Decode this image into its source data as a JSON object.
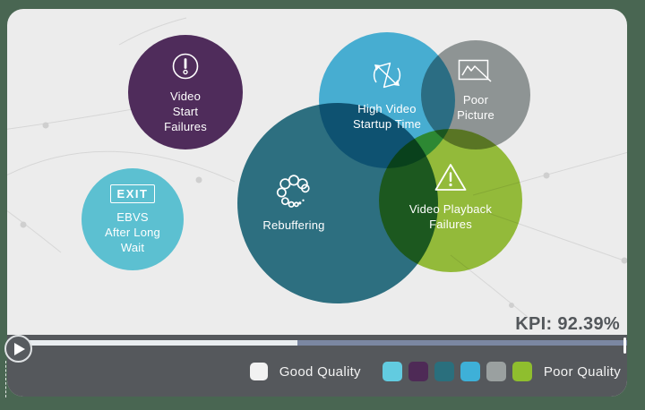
{
  "page": {
    "background_color": "#496652",
    "card_color": "#ECECEC"
  },
  "bubbles": [
    {
      "name": "video-start-failures",
      "lines": [
        "Video",
        "Start",
        "Failures"
      ],
      "color": "#552F62",
      "icon": "alert-circle-icon"
    },
    {
      "name": "ebvs-after-long-wait",
      "lines": [
        "EBVS",
        "After Long",
        "Wait"
      ],
      "color": "#63D0E2",
      "icon": "exit-sign-icon",
      "icon_text": "EXIT"
    },
    {
      "name": "rebuffering",
      "lines": [
        "Rebuffering"
      ],
      "color": "#30788A",
      "icon": "spinner-icon"
    },
    {
      "name": "high-video-startup-time",
      "lines": [
        "High Video",
        "Startup Time"
      ],
      "color": "#4CBBE2",
      "icon": "hourglass-sync-icon"
    },
    {
      "name": "poor-picture",
      "lines": [
        "Poor",
        "Picture"
      ],
      "color": "#9AA0A0",
      "icon": "picture-icon"
    },
    {
      "name": "video-playback-failures",
      "lines": [
        "Video Playback",
        "Failures"
      ],
      "color": "#9FC93E",
      "icon": "warning-triangle-icon"
    }
  ],
  "kpi": {
    "label": "KPI: 92.39%",
    "value_percent": 92.39
  },
  "player": {
    "bar_color": "#55585C",
    "elapsed_percent": 46.8,
    "track_colors": {
      "elapsed": "#E9EDF0",
      "remaining": "#7B87A2"
    }
  },
  "legend": {
    "good_label": "Good Quality",
    "poor_label": "Poor Quality",
    "good_swatch_color": "#F2F2F2",
    "poor_swatch_colors": [
      "#62CBE0",
      "#4E2A56",
      "#2A6F7D",
      "#3EB0D8",
      "#9AA0A0",
      "#8FBE2E"
    ]
  }
}
